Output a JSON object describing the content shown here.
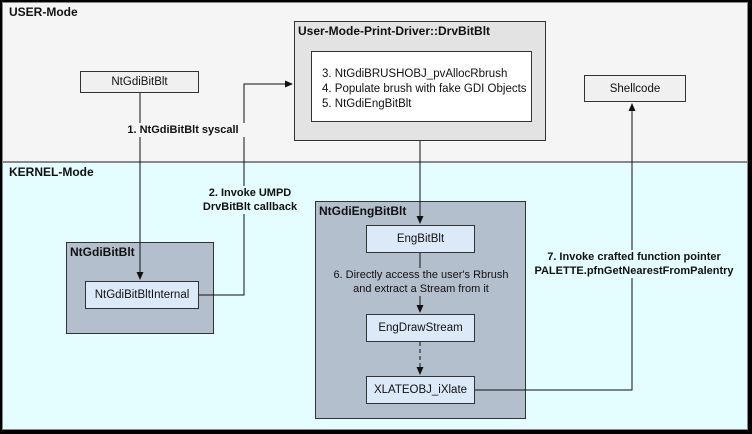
{
  "regions": {
    "user_mode": "USER-Mode",
    "kernel_mode": "KERNEL-Mode"
  },
  "nodes": {
    "ntgdibitblt_user": "NtGdiBitBlt",
    "driver_group": "User-Mode-Print-Driver::DrvBitBlt",
    "driver_steps": [
      "3. NtGdiBRUSHOBJ_pvAllocRbrush",
      "4. Populate brush with fake GDI Objects",
      "5. NtGdiEngBitBlt"
    ],
    "shellcode": "Shellcode",
    "ntgdibitblt_group": "NtGdiBitBlt",
    "ntgdibitblt_internal": "NtGdiBitBltInternal",
    "ntgdiengbitblt_group": "NtGdiEngBitBlt",
    "engbitblt": "EngBitBlt",
    "engdrawstream": "EngDrawStream",
    "xlateobj": "XLATEOBJ_iXlate"
  },
  "edges": {
    "step1": "1. NtGdiBitBlt syscall",
    "step2_line1": "2. Invoke UMPD",
    "step2_line2": "DrvBitBlt callback",
    "step6_line1": "6. Directly access the user's Rbrush",
    "step6_line2": "and extract a Stream from it",
    "step7_line1": "7. Invoke crafted function pointer",
    "step7_line2": "PALETTE.pfnGetNearestFromPalentry"
  },
  "colors": {
    "user_bg": "#f5f5f5",
    "kernel_bg": "#e4fdff",
    "group_bg": "#b4bfcd",
    "node_blue": "#dce9f9",
    "node_grey": "#f0f0f0"
  }
}
